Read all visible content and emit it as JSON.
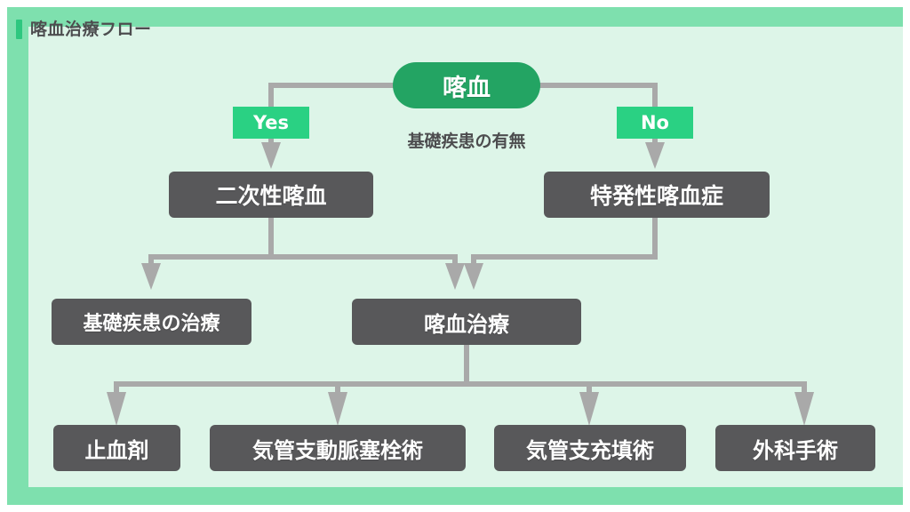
{
  "header": {
    "title": "喀血治療フロー",
    "accent_color": "#2ec77f"
  },
  "colors": {
    "outer_frame": "#7ee0ae",
    "canvas": "#ddf5e8",
    "node": "#58585a",
    "root_node": "#23a463",
    "badge": "#2ad183",
    "connector": "#a9a9a9",
    "node_text": "#ffffff",
    "label_text": "#4d4d4f"
  },
  "chart_data": {
    "type": "diagram",
    "title": "喀血治療フロー",
    "decision_label": "基礎疾患の有無",
    "nodes": [
      {
        "id": "root",
        "label": "喀血",
        "level": 0,
        "shape": "pill",
        "color": "#23a463"
      },
      {
        "id": "secondary",
        "label": "二次性喀血",
        "level": 1,
        "shape": "box",
        "color": "#58585a"
      },
      {
        "id": "idiopathic",
        "label": "特発性喀血症",
        "level": 1,
        "shape": "box",
        "color": "#58585a"
      },
      {
        "id": "treat_base",
        "label": "基礎疾患の治療",
        "level": 2,
        "shape": "box",
        "color": "#58585a"
      },
      {
        "id": "treat_hemo",
        "label": "喀血治療",
        "level": 2,
        "shape": "box",
        "color": "#58585a"
      },
      {
        "id": "hemostatic",
        "label": "止血剤",
        "level": 3,
        "shape": "box",
        "color": "#58585a"
      },
      {
        "id": "bae",
        "label": "気管支動脈塞栓術",
        "level": 3,
        "shape": "box",
        "color": "#58585a"
      },
      {
        "id": "filling",
        "label": "気管支充填術",
        "level": 3,
        "shape": "box",
        "color": "#58585a"
      },
      {
        "id": "surgery",
        "label": "外科手術",
        "level": 3,
        "shape": "box",
        "color": "#58585a"
      }
    ],
    "edges": [
      {
        "from": "root",
        "to": "secondary",
        "label": "Yes"
      },
      {
        "from": "root",
        "to": "idiopathic",
        "label": "No"
      },
      {
        "from": "secondary",
        "to": "treat_base",
        "label": ""
      },
      {
        "from": "secondary",
        "to": "treat_hemo",
        "label": ""
      },
      {
        "from": "idiopathic",
        "to": "treat_hemo",
        "label": ""
      },
      {
        "from": "treat_hemo",
        "to": "hemostatic",
        "label": ""
      },
      {
        "from": "treat_hemo",
        "to": "bae",
        "label": ""
      },
      {
        "from": "treat_hemo",
        "to": "filling",
        "label": ""
      },
      {
        "from": "treat_hemo",
        "to": "surgery",
        "label": ""
      }
    ],
    "branch_labels": [
      "Yes",
      "No"
    ]
  },
  "flow": {
    "root": "喀血",
    "decision": "基礎疾患の有無",
    "yes_badge": "Yes",
    "no_badge": "No",
    "secondary": "二次性喀血",
    "idiopathic": "特発性喀血症",
    "treat_base": "基礎疾患の治療",
    "treat_hemo": "喀血治療",
    "hemostatic": "止血剤",
    "bae": "気管支動脈塞栓術",
    "filling": "気管支充填術",
    "surgery": "外科手術"
  }
}
